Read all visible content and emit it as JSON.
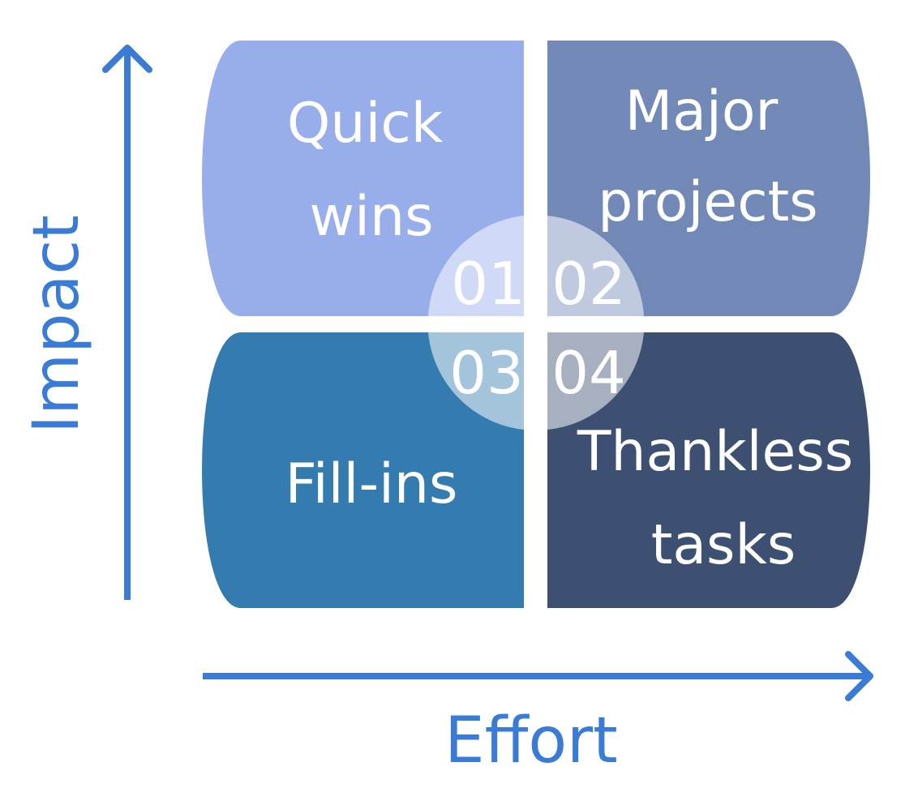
{
  "colors": {
    "axis": "#3a7bd5",
    "quick_wins": "#98aeeb",
    "major_projects": "#7289b8",
    "fill_ins": "#347caf",
    "thankless_tasks": "#3d5072",
    "center_circle": "#ffffff"
  },
  "axes": {
    "y_title": "Impact",
    "x_title": "Effort"
  },
  "quadrants": [
    {
      "id": "quick-wins",
      "number": "01",
      "lines": [
        "Quick",
        "wins"
      ]
    },
    {
      "id": "major-projects",
      "number": "02",
      "lines": [
        "Major",
        "projects"
      ]
    },
    {
      "id": "fill-ins",
      "number": "03",
      "lines": [
        "Fill-ins"
      ]
    },
    {
      "id": "thankless-tasks",
      "number": "04",
      "lines": [
        "Thankless",
        "tasks"
      ]
    }
  ]
}
